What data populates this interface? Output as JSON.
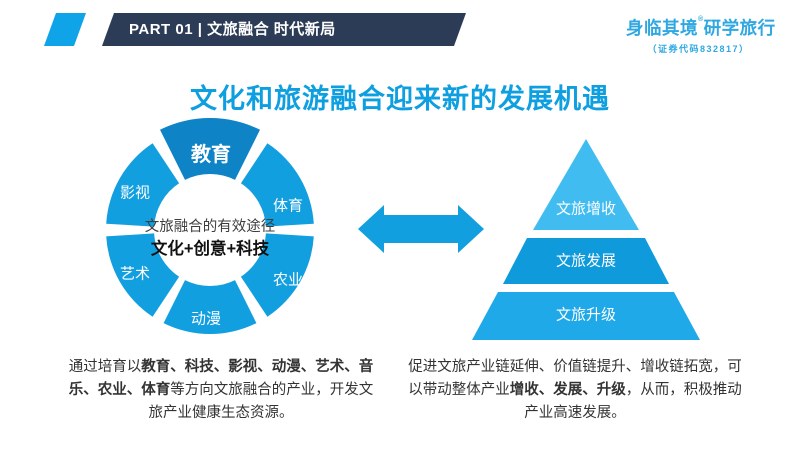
{
  "header": {
    "part_label": "PART 01 | 文旅融合 时代新局"
  },
  "logo": {
    "name": "身临其境",
    "reg_mark": "®",
    "suffix": "研学旅行",
    "stock_code": "（证券代码832817）"
  },
  "title": "文化和旅游融合迎来新的发展机遇",
  "donut": {
    "center_line1": "文旅融合的有效途径",
    "center_line2": "文化+创意+科技",
    "segments": [
      {
        "label": "教育",
        "emphasis": true
      },
      {
        "label": "体育"
      },
      {
        "label": "农业"
      },
      {
        "label": "动漫"
      },
      {
        "label": "艺术"
      },
      {
        "label": "影视"
      }
    ]
  },
  "pyramid": {
    "levels": [
      {
        "label": "文旅增收"
      },
      {
        "label": "文旅发展"
      },
      {
        "label": "文旅升级"
      }
    ]
  },
  "notes": {
    "left_runs": [
      {
        "text": "通过培育以",
        "bold": false
      },
      {
        "text": "教育、科技、影视、动漫、艺术、音乐、农业、体育",
        "bold": true
      },
      {
        "text": "等方向文旅融合的产业，开发文旅产业健康生态资源。",
        "bold": false
      }
    ],
    "right_runs": [
      {
        "text": "促进文旅产业链延伸、价值链提升、增收链拓宽，可以带动整体产业",
        "bold": false
      },
      {
        "text": "增收、发展、升级",
        "bold": true
      },
      {
        "text": "，从而，积极推动产业高速发展。",
        "bold": false
      }
    ]
  },
  "colors": {
    "accent_blue": "#0D9FE0",
    "header_navy": "#2C3C56",
    "header_accent": "#0FA3E8",
    "donut_main": "#129FE0",
    "donut_emphasis": "#0E83C6",
    "pyramid_top": "#41BCF1",
    "pyramid_middle": "#0F9ADB",
    "pyramid_bottom": "#1FA9E8",
    "logo_blue": "#2FA8E1",
    "body_text": "#333333"
  }
}
